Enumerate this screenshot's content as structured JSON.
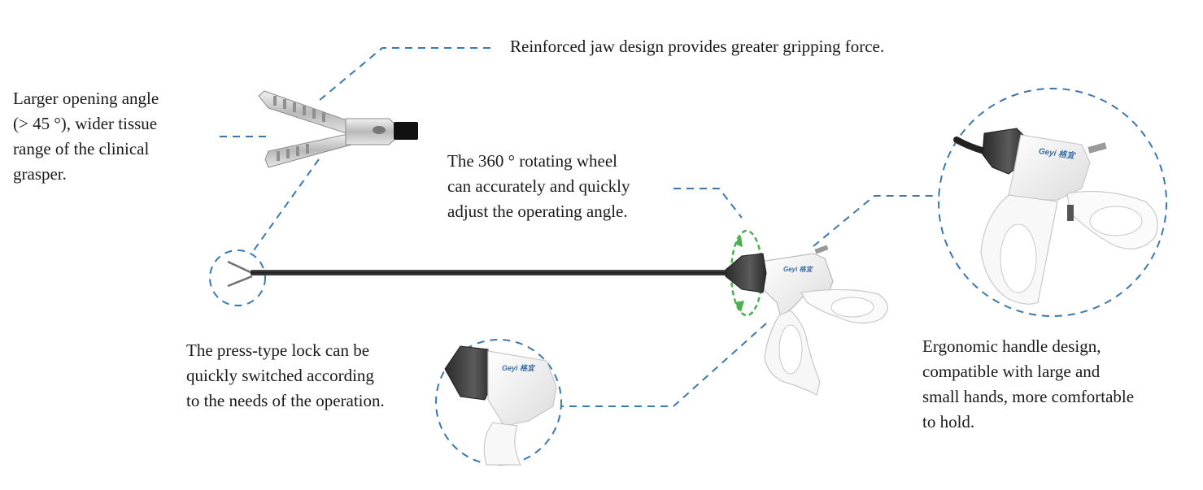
{
  "callouts": {
    "jaw": {
      "lines": [
        "Reinforced jaw design provides greater gripping force."
      ]
    },
    "angle": {
      "lines": [
        "Larger opening angle",
        "(> 45 °), wider tissue",
        "range of the clinical",
        "grasper."
      ]
    },
    "wheel": {
      "lines": [
        "The 360 ° rotating wheel",
        "can accurately and quickly",
        "adjust the operating angle."
      ]
    },
    "lock": {
      "lines": [
        "The press-type lock can be",
        "quickly switched according",
        "to the needs of the operation."
      ]
    },
    "handle": {
      "lines": [
        "Ergonomic handle design,",
        "compatible with large and",
        "small hands, more comfortable",
        "to hold."
      ]
    }
  },
  "brand": {
    "logo_text": "Geyi 格宜"
  },
  "colors": {
    "leader": "#3b78b0",
    "rotate_arrow": "#4caf50",
    "shaft": "#2b2b2b",
    "wheel": "#3a3a3a",
    "handle": "#f4f4f4",
    "brand_text": "#3a6fa8"
  }
}
